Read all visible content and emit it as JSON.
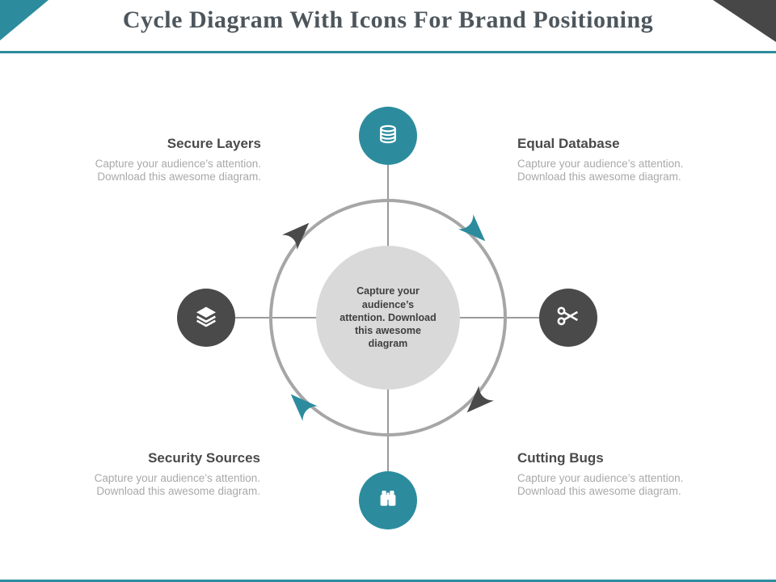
{
  "slide": {
    "title": "Cycle Diagram With Icons For Brand Positioning"
  },
  "colors": {
    "teal": "#2c8c9e",
    "dark_gray": "#4a4a4a",
    "ring_gray": "#a6a6a6",
    "center_fill": "#d9d9d9",
    "caption_gray": "#a9a9a9"
  },
  "center": {
    "text": "Capture your audience’s attention. Download this awesome diagram"
  },
  "sections": {
    "top_left": {
      "heading": "Secure Layers",
      "caption": "Capture your audience’s attention. Download this awesome diagram."
    },
    "top_right": {
      "heading": "Equal Database",
      "caption": "Capture your audience’s attention. Download this awesome diagram."
    },
    "bottom_left": {
      "heading": "Security Sources",
      "caption": "Capture your audience’s attention. Download this awesome diagram."
    },
    "bottom_right": {
      "heading": "Cutting Bugs",
      "caption": "Capture your audience’s attention. Download this awesome diagram."
    }
  },
  "icons": {
    "top": "database-icon",
    "right": "scissors-icon",
    "bottom": "binoculars-icon",
    "left": "layers-icon"
  }
}
